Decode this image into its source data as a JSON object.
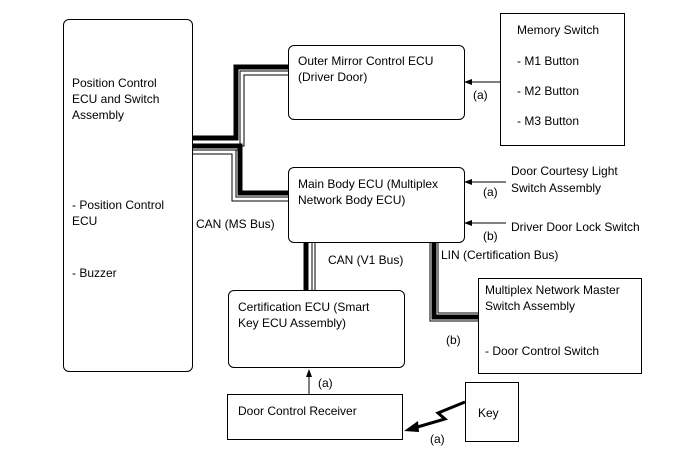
{
  "blocks": {
    "position_ecu": {
      "title_lines": [
        "Position Control",
        "ECU and Switch",
        "Assembly"
      ],
      "sub_lines": [
        "- Position Control",
        "ECU"
      ],
      "buzzer": "- Buzzer"
    },
    "outer_mirror": {
      "lines": [
        "Outer Mirror Control ECU",
        "(Driver Door)"
      ]
    },
    "memory_switch": {
      "title": "Memory Switch",
      "items": [
        "- M1 Button",
        "- M2 Button",
        "- M3 Button"
      ]
    },
    "main_body": {
      "lines": [
        "Main Body ECU (Multiplex",
        "Network Body ECU)"
      ]
    },
    "courtesy_switch": {
      "lines": [
        "Door Courtesy Light",
        "Switch Assembly"
      ]
    },
    "door_lock_switch": {
      "label": "Driver Door Lock Switch"
    },
    "certification_ecu": {
      "lines": [
        "Certification ECU (Smart",
        "Key ECU Assembly)"
      ]
    },
    "master_switch": {
      "lines": [
        "Multiplex Network Master",
        "Switch Assembly"
      ],
      "item": "- Door Control Switch"
    },
    "door_receiver": {
      "label": "Door Control Receiver"
    },
    "key": {
      "label": "Key"
    }
  },
  "bus_labels": {
    "can_ms": "CAN (MS Bus)",
    "can_v1": "CAN (V1 Bus)",
    "lin": "LIN (Certification Bus)"
  },
  "signal_tags": {
    "memory": "(a)",
    "courtesy": "(a)",
    "door_lock": "(b)",
    "master": "(b)",
    "receiver": "(a)",
    "key": "(a)"
  }
}
